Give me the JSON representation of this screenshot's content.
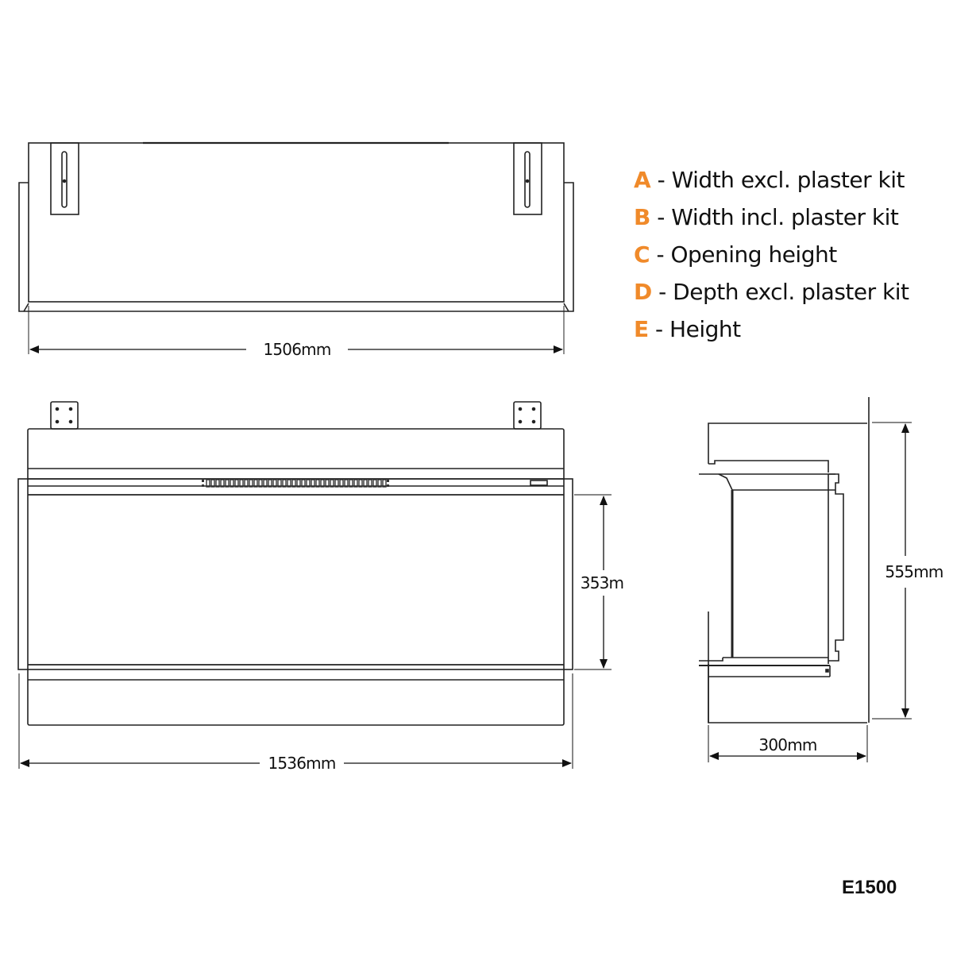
{
  "legend": {
    "items": [
      {
        "key": "A",
        "label": "- Width excl. plaster kit"
      },
      {
        "key": "B",
        "label": "- Width incl. plaster kit"
      },
      {
        "key": "C",
        "label": "- Opening height"
      },
      {
        "key": "D",
        "label": "- Depth excl. plaster kit"
      },
      {
        "key": "E",
        "label": "- Height"
      }
    ],
    "key_color": "#f08a2a"
  },
  "dimensions": {
    "top_width": "1506mm",
    "front_width": "1536mm",
    "opening_height": "353m",
    "side_height": "555mm",
    "side_depth": "300mm"
  },
  "views": {
    "top": "top-view",
    "front": "front-view",
    "side": "side-view"
  },
  "model": "E1500"
}
